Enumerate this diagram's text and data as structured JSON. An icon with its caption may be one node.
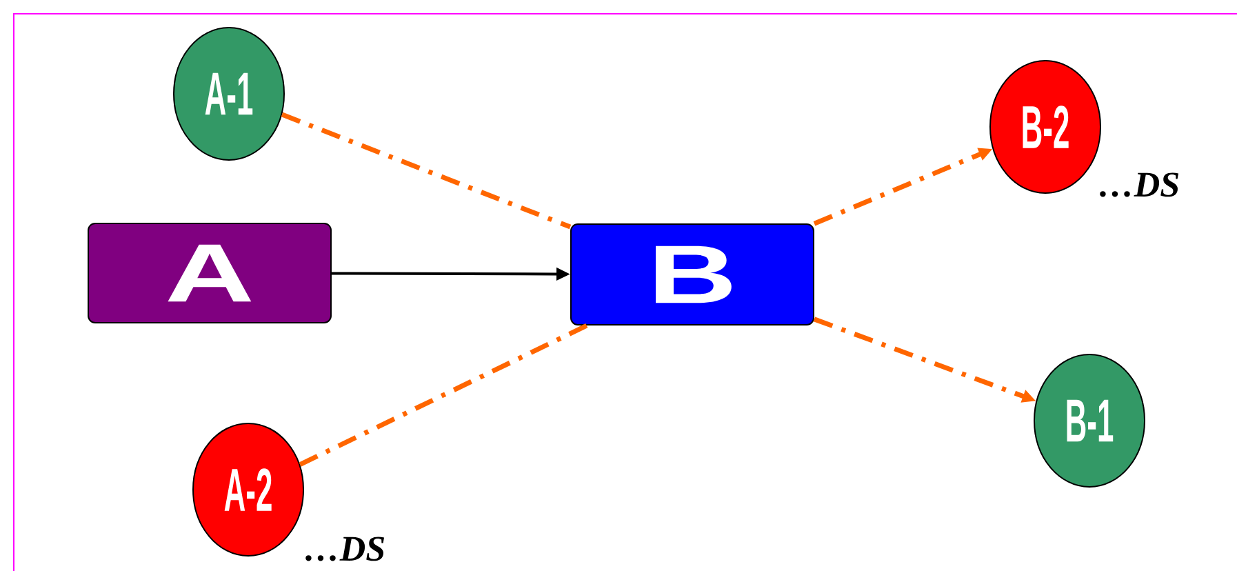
{
  "diagram": {
    "nodes": [
      {
        "text": [
          "A-1"
        ]
      },
      {
        "text": [
          "A"
        ]
      },
      {
        "text": [
          "A-2"
        ],
        "beside": [
          "…DS"
        ]
      },
      {
        "text": [
          "B"
        ]
      },
      {
        "text": [
          "B-2"
        ],
        "beside": [
          "…DS"
        ]
      },
      {
        "text": [
          "B-1"
        ]
      }
    ],
    "edges": [
      {
        "from": 0,
        "to": 3,
        "arrow": "none",
        "style": "dashed",
        "color": "#ff6600"
      },
      {
        "from": 1,
        "to": 3,
        "arrow": "to",
        "color": "#000000"
      },
      {
        "from": 2,
        "to": 3,
        "arrow": "none",
        "style": "dashed",
        "color": "#ff6600"
      },
      {
        "from": 3,
        "to": 4,
        "arrow": "to",
        "style": "dashed",
        "color": "#ff6600"
      },
      {
        "from": 3,
        "to": 5,
        "arrow": "to",
        "style": "dashed",
        "color": "#ff6600"
      }
    ]
  }
}
